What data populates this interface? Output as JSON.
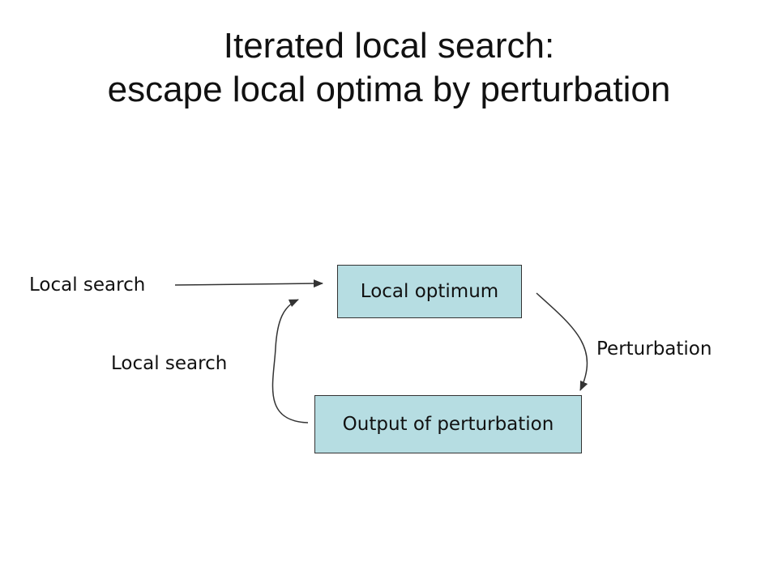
{
  "title": {
    "line1": "Iterated local search:",
    "line2": "escape local optima by perturbation"
  },
  "nodes": {
    "local_optimum": "Local optimum",
    "output_of_perturbation": "Output of perturbation"
  },
  "edge_labels": {
    "local_search_entry": "Local search",
    "local_search_loop": "Local search",
    "perturbation": "Perturbation"
  },
  "colors": {
    "node_fill": "#b6dde2",
    "stroke": "#333333",
    "text": "#111111"
  }
}
